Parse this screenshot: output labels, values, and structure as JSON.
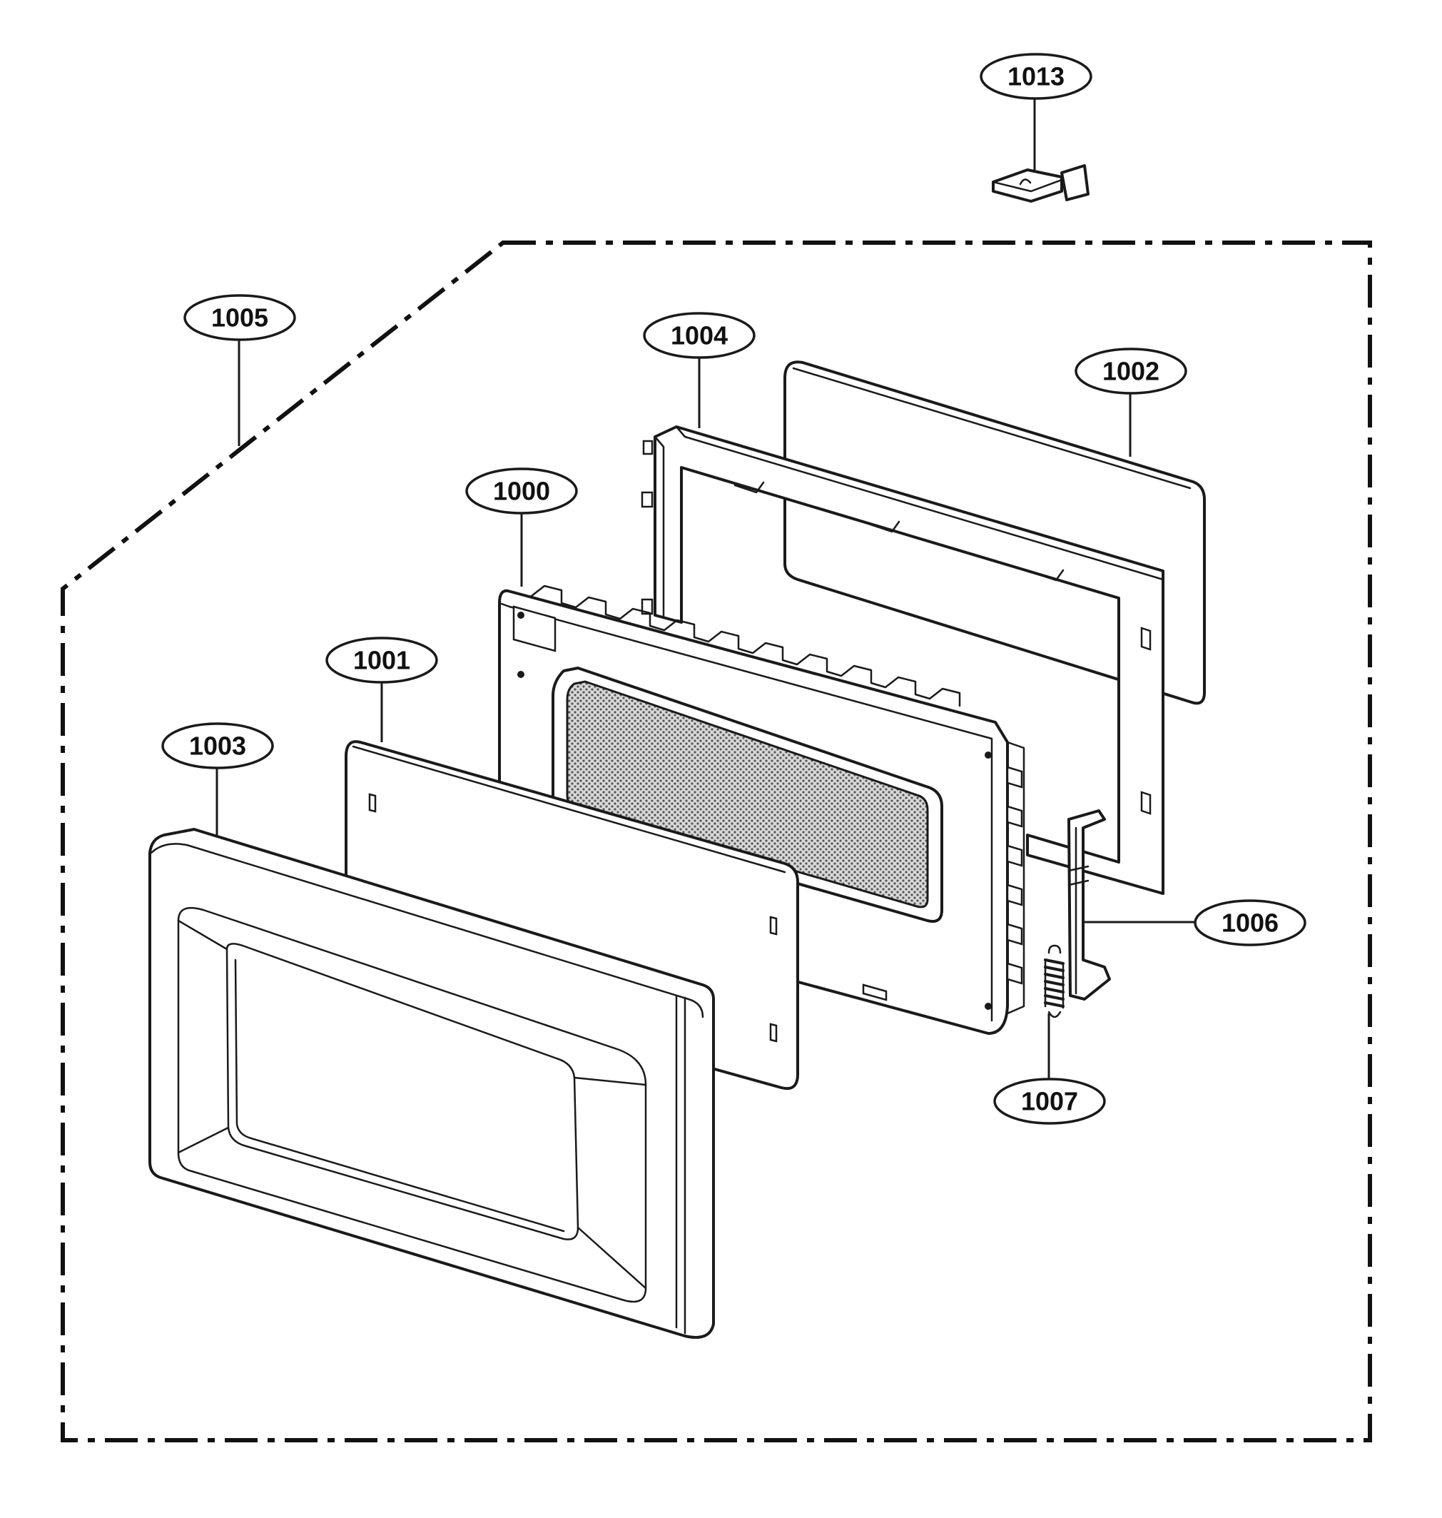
{
  "diagram": {
    "callouts": [
      {
        "id": "1013",
        "label": "1013"
      },
      {
        "id": "1005",
        "label": "1005"
      },
      {
        "id": "1004",
        "label": "1004"
      },
      {
        "id": "1002",
        "label": "1002"
      },
      {
        "id": "1000",
        "label": "1000"
      },
      {
        "id": "1001",
        "label": "1001"
      },
      {
        "id": "1003",
        "label": "1003"
      },
      {
        "id": "1006",
        "label": "1006"
      },
      {
        "id": "1007",
        "label": "1007"
      }
    ],
    "boundary_style": "dash-dot",
    "line_color": "#1a1a1a",
    "background_color": "#ffffff"
  }
}
